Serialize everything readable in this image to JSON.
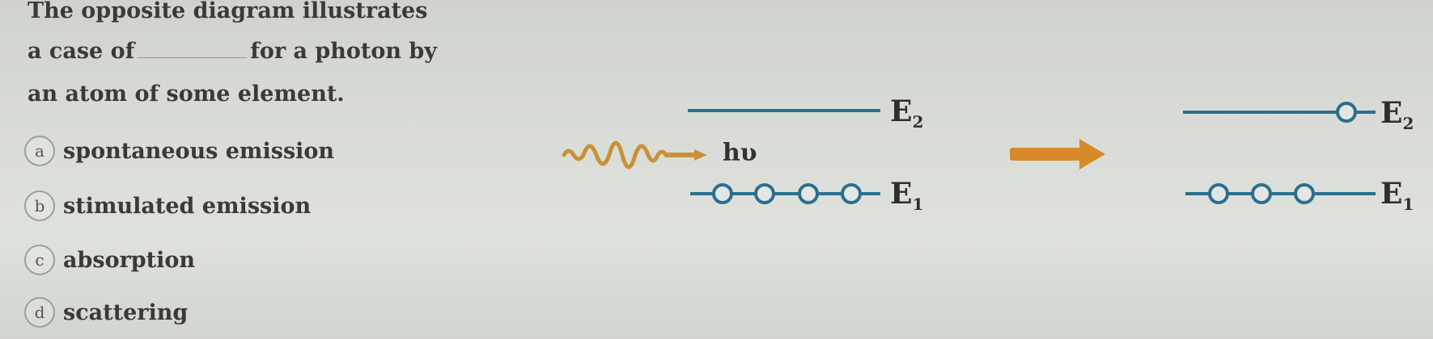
{
  "question": {
    "line1": "The opposite diagram illustrates",
    "line2_before": "a case of",
    "line2_after": "for a photon by",
    "line3": "an atom of some element."
  },
  "options": [
    {
      "letter": "a",
      "text": "spontaneous emission"
    },
    {
      "letter": "b",
      "text": "stimulated emission"
    },
    {
      "letter": "c",
      "text": "absorption"
    },
    {
      "letter": "d",
      "text": "scattering"
    }
  ],
  "diagram": {
    "photon_label": "hυ",
    "level_upper": "E",
    "level_upper_sub": "2",
    "level_lower": "E",
    "level_lower_sub": "1",
    "colors": {
      "level_line": "#2a6f8f",
      "photon_wave": "#c8923a",
      "arrow": "#d88a2a"
    }
  }
}
